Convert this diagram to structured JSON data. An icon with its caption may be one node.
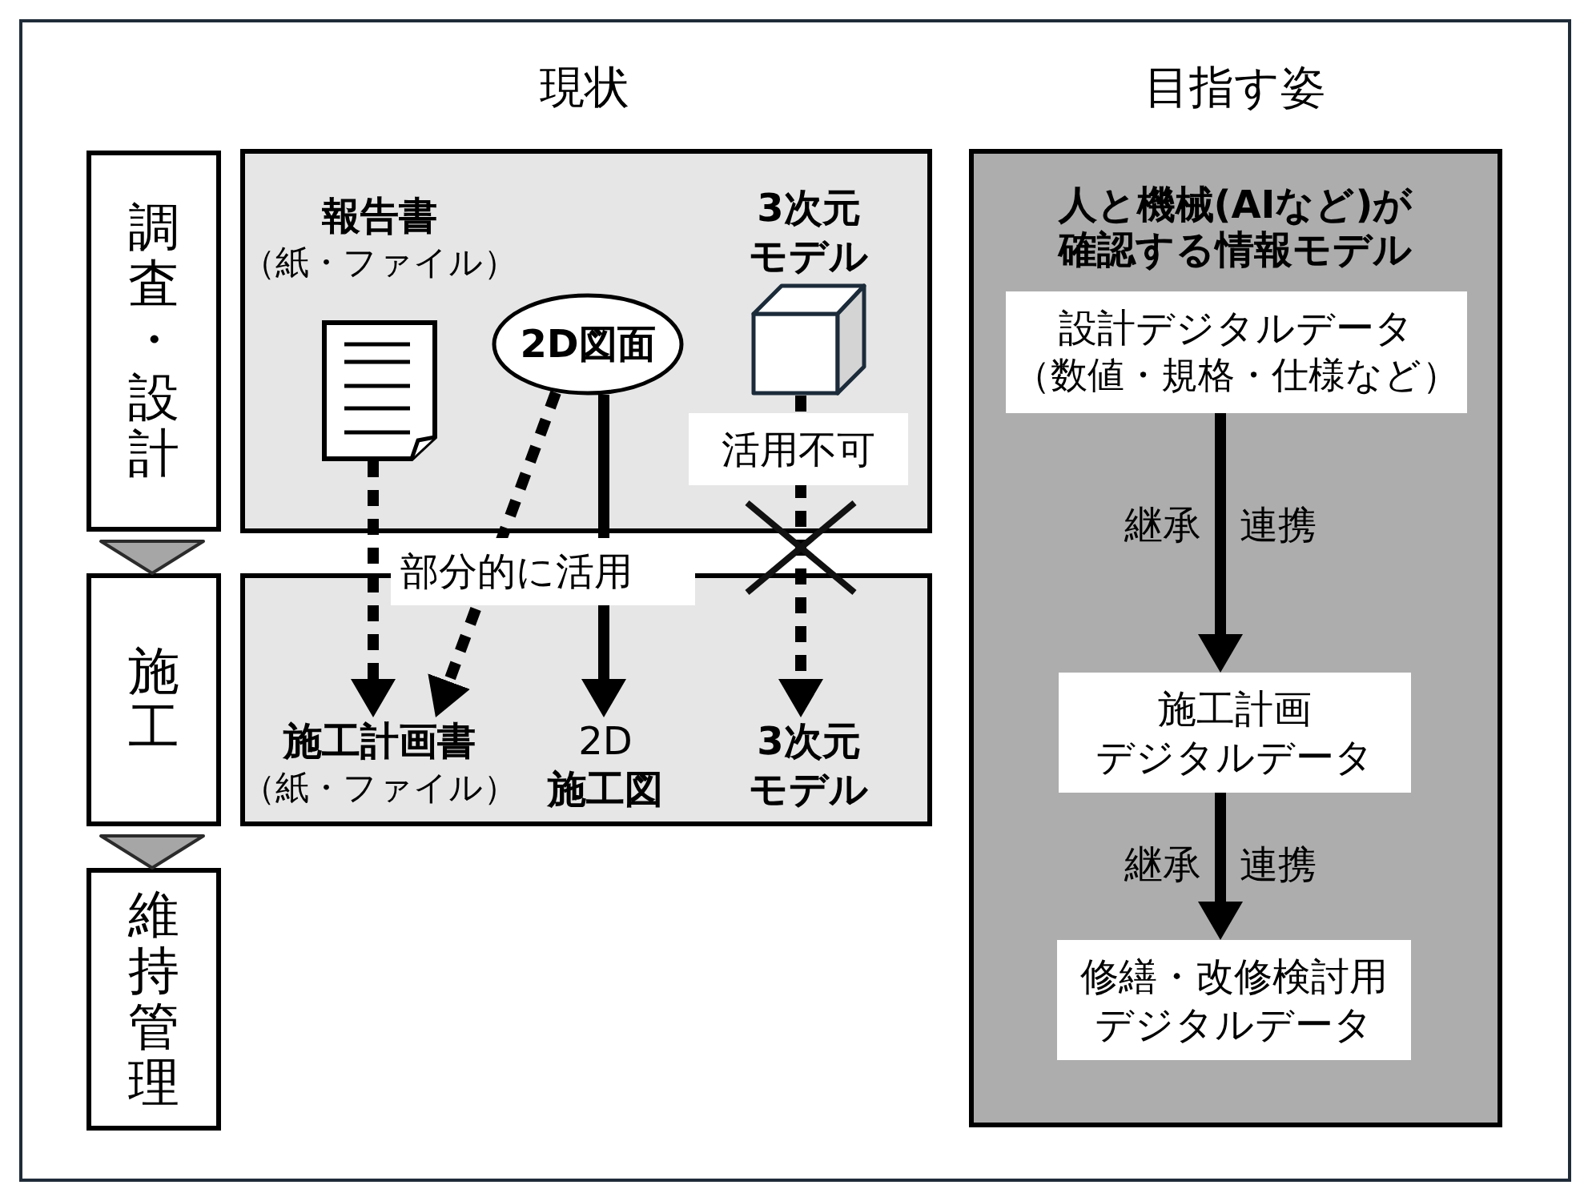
{
  "diagram": {
    "nodes": [
      {
        "text": [
          "調査・設計"
        ]
      },
      {
        "text": [
          "施工"
        ]
      },
      {
        "text": [
          "維持管理"
        ]
      },
      {
        "text": [],
        "shape": "box"
      },
      {
        "text": [
          "報告書",
          "（紙・ファイル）"
        ],
        "in": 3
      },
      {
        "text": [
          "2D図面"
        ],
        "in": 3
      },
      {
        "text": [
          "3次元モデル"
        ],
        "in": 3
      },
      {
        "text": [],
        "shape": "box"
      },
      {
        "text": [
          "施工計画書",
          "（紙・ファイル）"
        ],
        "in": 7
      },
      {
        "text": [
          "2D",
          "施工図"
        ],
        "in": 7
      },
      {
        "text": [
          "3次元モデル"
        ],
        "in": 7
      },
      {
        "text": [
          "人と機械(AIなど)が確認する情報モデル"
        ]
      },
      {
        "text": [
          "設計デジタルデータ",
          "（数値・規格・仕様など）"
        ],
        "in": 11
      },
      {
        "text": [
          "施工計画",
          "デジタルデータ"
        ],
        "in": 11
      },
      {
        "text": [
          "修繕・改修検討用",
          "デジタルデータ"
        ],
        "in": 11
      }
    ],
    "edges": [
      {
        "from": 0,
        "to": 1,
        "arrow": "to",
        "color": "#a6a6a6"
      },
      {
        "from": 1,
        "to": 2,
        "arrow": "to",
        "color": "#a6a6a6"
      },
      {
        "from": 4,
        "to": 8,
        "arrow": "to",
        "style": "dashed"
      },
      {
        "from": 5,
        "to": 8,
        "arrow": "to",
        "style": "dashed",
        "label": "部分的に活用"
      },
      {
        "from": 5,
        "to": 9,
        "arrow": "to"
      },
      {
        "from": 6,
        "to": 10,
        "arrow": "to",
        "style": "dashed",
        "label": "活用不可"
      },
      {
        "from": 12,
        "to": 13,
        "arrow": "to",
        "label": "継承 連携"
      },
      {
        "from": 13,
        "to": 14,
        "arrow": "to",
        "label": "継承 連携"
      }
    ],
    "labels": [
      "現状",
      "目指す姿"
    ]
  }
}
